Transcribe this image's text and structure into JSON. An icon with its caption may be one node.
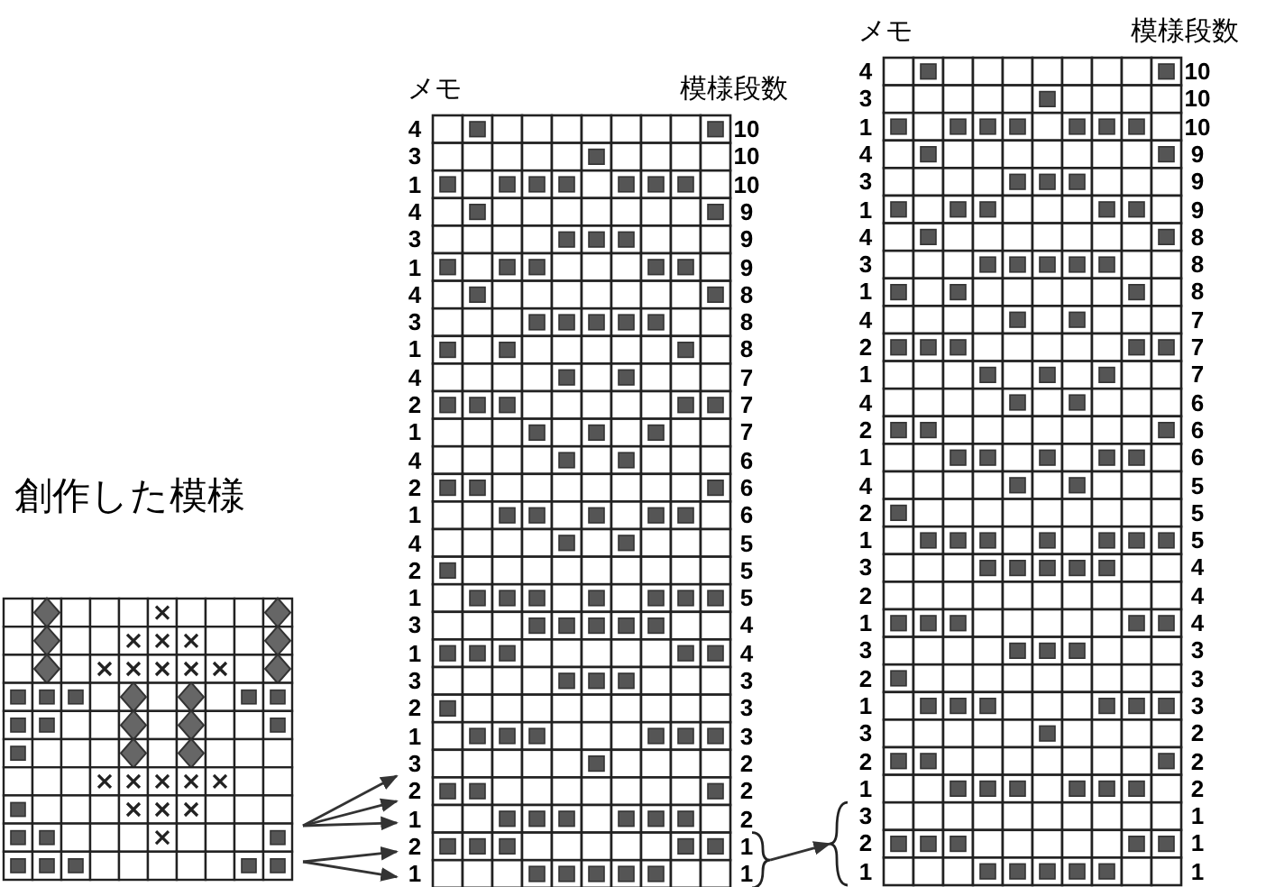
{
  "diagram": {
    "nodes": [
      {
        "text": [
          "創作した模様"
        ]
      },
      {
        "text": [
          "メモ",
          "模様段数"
        ]
      },
      {
        "text": [
          "メモ",
          "模様段数"
        ]
      }
    ],
    "edges": [
      {
        "from": 0,
        "to": 1,
        "arrow": "to"
      },
      {
        "from": 0,
        "to": 1,
        "arrow": "to"
      },
      {
        "from": 0,
        "to": 1,
        "arrow": "to"
      },
      {
        "from": 0,
        "to": 1,
        "arrow": "to"
      },
      {
        "from": 0,
        "to": 1,
        "arrow": "to"
      },
      {
        "from": 1,
        "to": 2,
        "arrow": "to"
      }
    ],
    "labels": [
      "4",
      "10",
      "3",
      "10",
      "1",
      "10",
      "4",
      "9",
      "3",
      "9",
      "1",
      "9",
      "4",
      "8",
      "3",
      "8",
      "1",
      "8",
      "4",
      "7",
      "2",
      "7",
      "1",
      "7",
      "4",
      "6",
      "2",
      "6",
      "1",
      "6",
      "4",
      "5",
      "2",
      "5",
      "1",
      "5",
      "3",
      "4",
      "1",
      "4",
      "3",
      "3",
      "2",
      "3",
      "1",
      "3",
      "3",
      "2",
      "2",
      "2",
      "1",
      "2",
      "2",
      "1",
      "1",
      "1",
      "4",
      "10",
      "3",
      "10",
      "1",
      "10",
      "4",
      "9",
      "3",
      "9",
      "1",
      "9",
      "4",
      "8",
      "3",
      "8",
      "1",
      "8",
      "4",
      "7",
      "2",
      "7",
      "1",
      "7",
      "4",
      "6",
      "2",
      "6",
      "1",
      "6",
      "4",
      "5",
      "2",
      "5",
      "1",
      "5",
      "3",
      "4",
      "2",
      "4",
      "1",
      "4",
      "3",
      "3",
      "2",
      "3",
      "1",
      "3",
      "3",
      "2",
      "2",
      "2",
      "1",
      "2",
      "3",
      "1",
      "2",
      "1",
      "1",
      "1"
    ]
  }
}
